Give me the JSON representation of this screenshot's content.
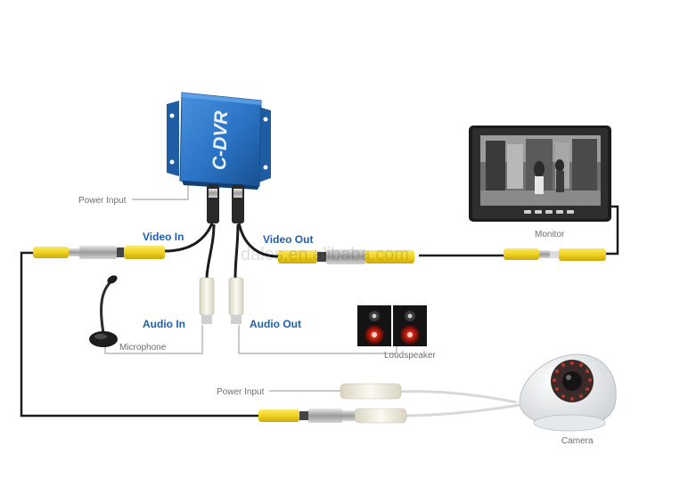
{
  "device": {
    "brand_label": "C-DVR"
  },
  "labels": {
    "power_input_dvr": "Power Input",
    "video_in": "Video In",
    "video_out": "Video Out",
    "audio_in": "Audio In",
    "audio_out": "Audio Out",
    "monitor": "Monitor",
    "microphone": "Microphone",
    "loudspeaker": "Loudspeaker",
    "power_input_camera": "Power Input",
    "camera": "Camera"
  },
  "watermark": "dalos.en.alibaba.com",
  "colors": {
    "dvr_body": "#2a73c4",
    "label_blue": "#1f5fae",
    "rca_yellow": "#f0d21e",
    "rca_white": "#f4f1e6",
    "cable": "#1c1c1c"
  }
}
